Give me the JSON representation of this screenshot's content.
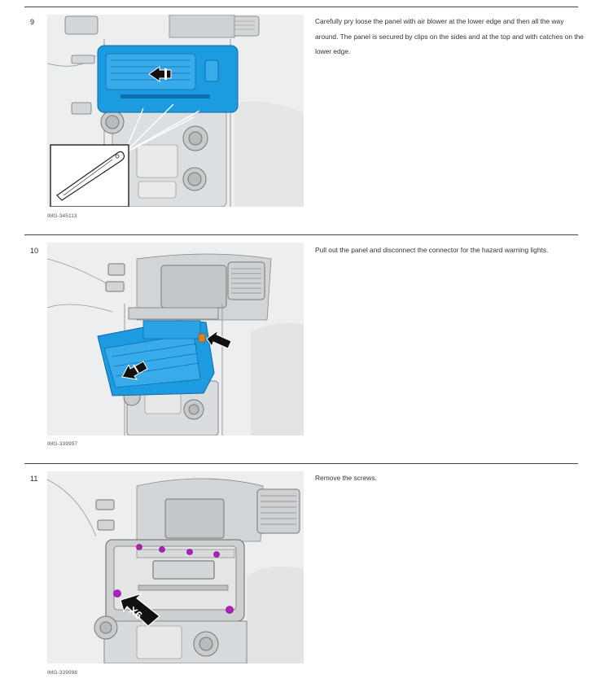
{
  "steps": [
    {
      "number": "9",
      "instruction": "Carefully pry loose the panel with air blower at the lower edge and then all the way around. The panel is secured by clips on the sides and at the top and with catches on the lower edge.",
      "image_caption": "IMG-345113",
      "callout": ""
    },
    {
      "number": "10",
      "instruction": "Pull out the panel and disconnect the connector for the hazard warning lights.",
      "image_caption": "IMG-339997",
      "callout": ""
    },
    {
      "number": "11",
      "instruction": "Remove the screws.",
      "image_caption": "IMG-339998",
      "callout": "X6"
    }
  ],
  "colors": {
    "highlight_panel": "#1c9be0",
    "screw_marker": "#b01ec0",
    "arrow": "#111111"
  }
}
